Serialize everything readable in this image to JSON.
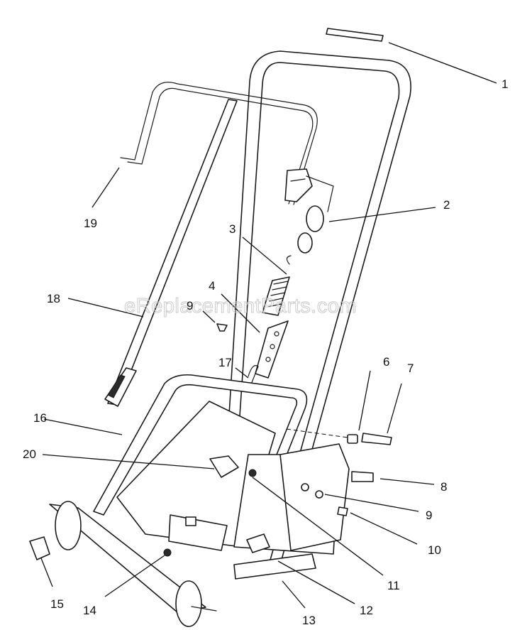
{
  "watermark": "eReplacementParts.com",
  "callouts": {
    "c1": "1",
    "c2": "2",
    "c3": "3",
    "c4": "4",
    "c6": "6",
    "c7": "7",
    "c8": "8",
    "c9a": "9",
    "c9b": "9",
    "c10": "10",
    "c11": "11",
    "c12": "12",
    "c13": "13",
    "c14": "14",
    "c15": "15",
    "c16": "16",
    "c17": "17",
    "c18": "18",
    "c19": "19",
    "c20": "20"
  }
}
